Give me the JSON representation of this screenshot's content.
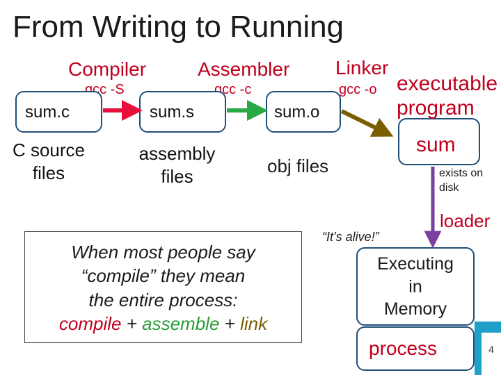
{
  "title": "From Writing to Running",
  "stages": {
    "compiler": "Compiler",
    "assembler": "Assembler",
    "linker": "Linker"
  },
  "commands": {
    "gcc_s": "gcc -S",
    "gcc_c": "gcc -c",
    "gcc_o": "gcc -o"
  },
  "nodes": {
    "sum_c": "sum.c",
    "sum_s": "sum.s",
    "sum_o": "sum.o",
    "executable_line1": "executable",
    "executable_line2": "program",
    "sum": "sum",
    "executing_line1": "Executing",
    "executing_line2": "in",
    "executing_line3": "Memory",
    "process": "process"
  },
  "labels": {
    "c_source_line1": "C source",
    "c_source_line2": "files",
    "assembly_line1": "assembly",
    "assembly_line2": "files",
    "obj_files": "obj files",
    "exists_line1": "exists on",
    "exists_line2": "disk",
    "loader": "loader",
    "alive": "“It’s alive!”"
  },
  "callout": {
    "line1": "When most people say",
    "line2": "“compile” they mean",
    "line3": "the entire process:",
    "compile": "compile",
    "plus1": " + ",
    "assemble": "assemble",
    "plus2": " + ",
    "link": "link"
  },
  "page_number": "4",
  "colors": {
    "compile_arrow": "#e8103a",
    "assemble_arrow": "#2aa843",
    "link_arrow": "#7a5e00",
    "loader_arrow": "#7a3fa0",
    "box_border": "#1f4e79",
    "accent_badge": "#1ea0c9"
  }
}
